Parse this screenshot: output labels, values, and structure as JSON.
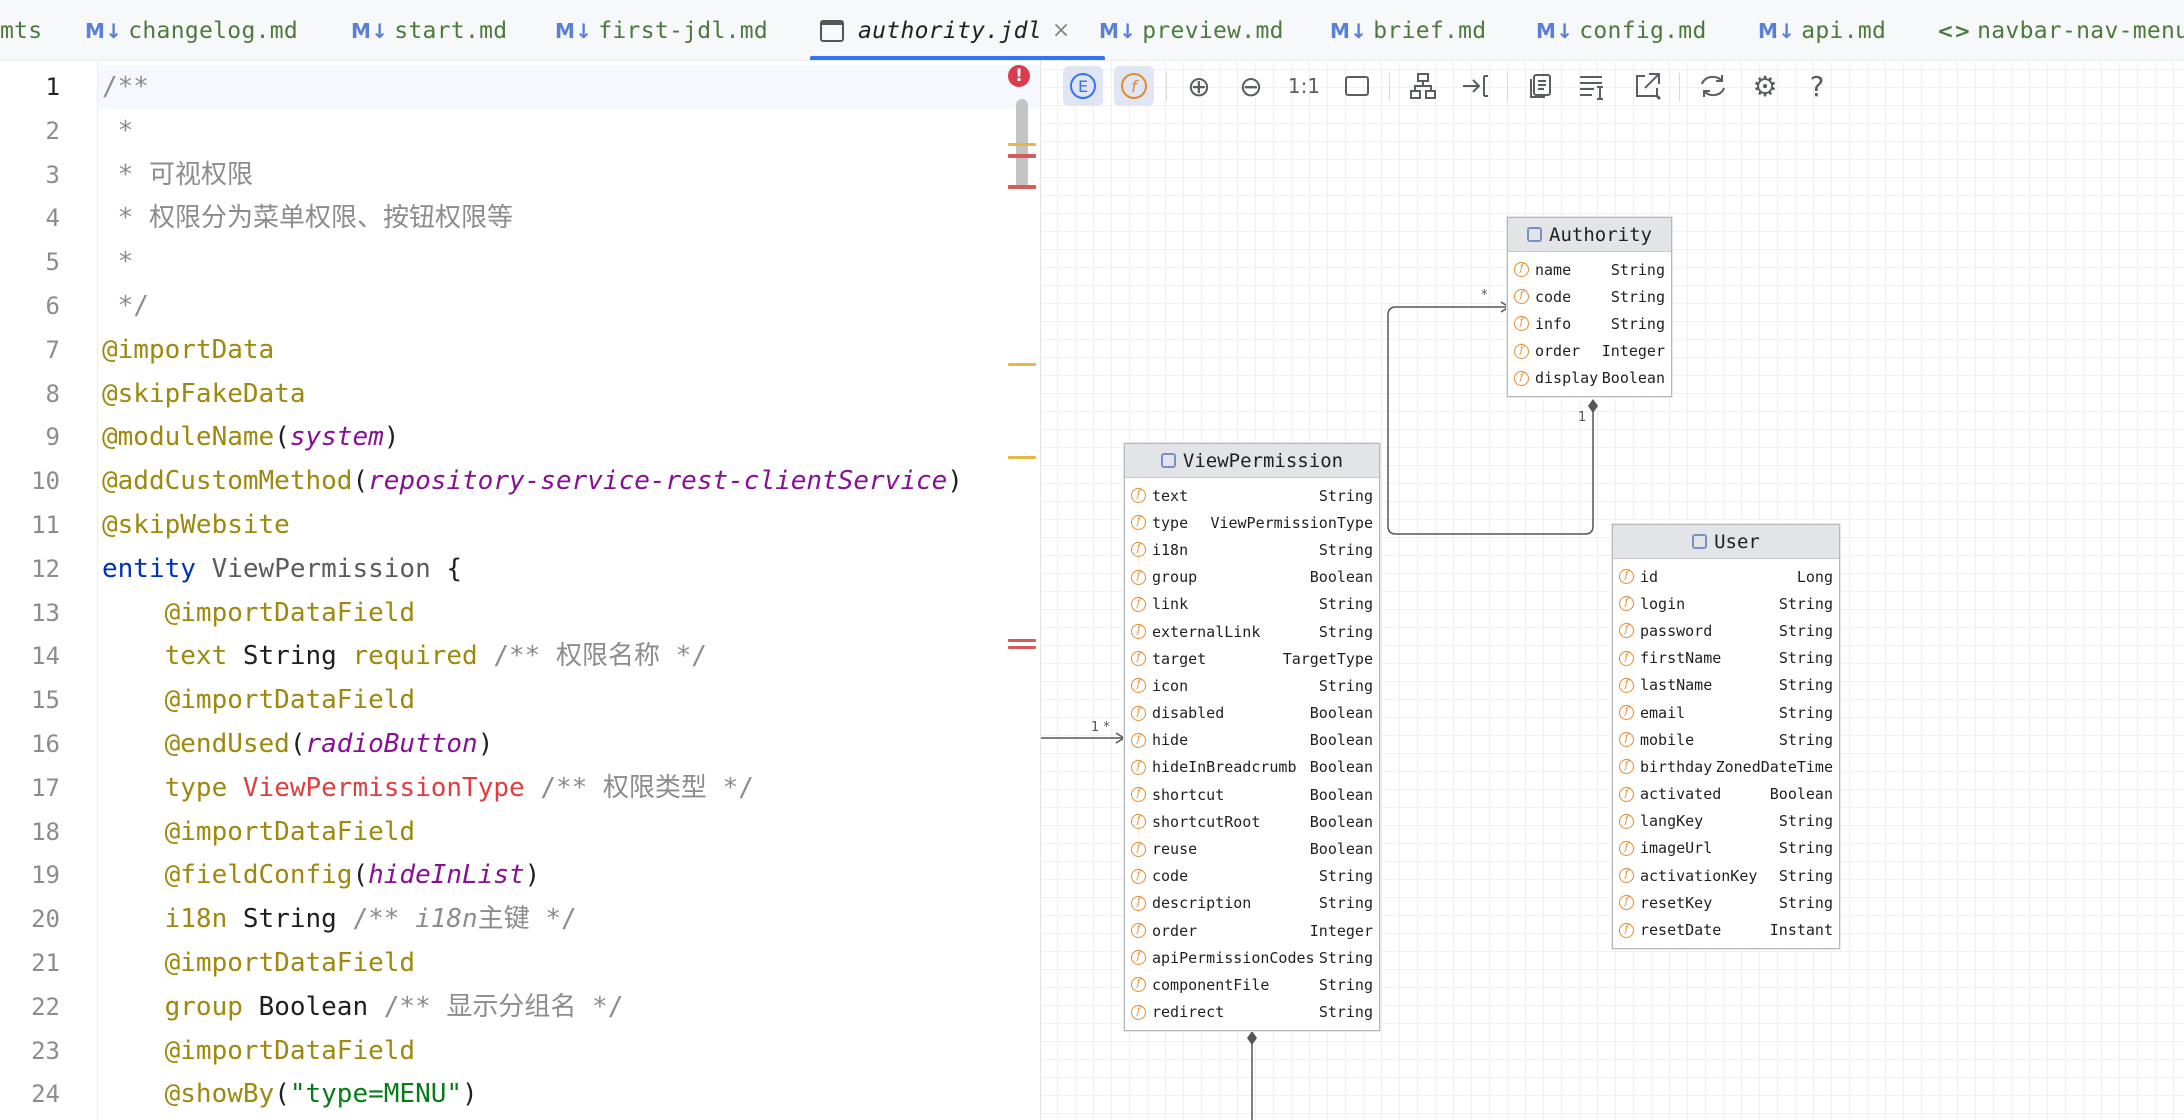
{
  "tabs": [
    {
      "label": "mts",
      "icon": ""
    },
    {
      "label": "changelog.md",
      "icon": "M↓"
    },
    {
      "label": "start.md",
      "icon": "M↓"
    },
    {
      "label": "first-jdl.md",
      "icon": "M↓"
    },
    {
      "label": "authority.jdl",
      "icon": "",
      "active": true
    },
    {
      "label": "preview.md",
      "icon": "M↓"
    },
    {
      "label": "brief.md",
      "icon": "M↓"
    },
    {
      "label": "config.md",
      "icon": "M↓"
    },
    {
      "label": "api.md",
      "icon": "M↓"
    },
    {
      "label": "navbar-nav-menu",
      "icon": "<>"
    }
  ],
  "editor": {
    "current_line": 1,
    "lines": [
      [
        [
          "cm",
          "/**"
        ]
      ],
      [
        [
          "cm",
          " *"
        ]
      ],
      [
        [
          "cm",
          " * 可视权限"
        ]
      ],
      [
        [
          "cm",
          " * 权限分为菜单权限、按钮权限等"
        ]
      ],
      [
        [
          "cm",
          " *"
        ]
      ],
      [
        [
          "cm",
          " */"
        ]
      ],
      [
        [
          "an",
          "@importData"
        ]
      ],
      [
        [
          "an",
          "@skipFakeData"
        ]
      ],
      [
        [
          "an",
          "@moduleName"
        ],
        [
          "",
          "("
        ],
        [
          "it",
          "system"
        ],
        [
          "",
          ")"
        ]
      ],
      [
        [
          "an",
          "@addCustomMethod"
        ],
        [
          "",
          "("
        ],
        [
          "it",
          "repository-service-rest-clientService"
        ],
        [
          "",
          ")"
        ]
      ],
      [
        [
          "an",
          "@skipWebsite"
        ]
      ],
      [
        [
          "kw",
          "entity "
        ],
        [
          "cls",
          "ViewPermission"
        ],
        [
          "",
          " {"
        ]
      ],
      [
        [
          "an",
          "    @importDataField"
        ]
      ],
      [
        [
          "an",
          "    text"
        ],
        [
          "",
          " String "
        ],
        [
          "an",
          "required "
        ],
        [
          "cm",
          "/** 权限名称 */"
        ]
      ],
      [
        [
          "an",
          "    @importDataField"
        ]
      ],
      [
        [
          "an",
          "    @endUsed"
        ],
        [
          "",
          "("
        ],
        [
          "it",
          "radioButton"
        ],
        [
          "",
          ")"
        ]
      ],
      [
        [
          "an",
          "    type "
        ],
        [
          "ty",
          "ViewPermissionType "
        ],
        [
          "cm",
          "/** 权限类型 */"
        ]
      ],
      [
        [
          "an",
          "    @importDataField"
        ]
      ],
      [
        [
          "an",
          "    @fieldConfig"
        ],
        [
          "",
          "("
        ],
        [
          "it",
          "hideInList"
        ],
        [
          "",
          ")"
        ]
      ],
      [
        [
          "an",
          "    i18n"
        ],
        [
          "",
          " String "
        ],
        [
          "cm",
          "/** "
        ],
        [
          "cmi",
          "i18n"
        ],
        [
          "cm",
          "主键 */"
        ]
      ],
      [
        [
          "an",
          "    @importDataField"
        ]
      ],
      [
        [
          "an",
          "    group"
        ],
        [
          "",
          " Boolean "
        ],
        [
          "cm",
          "/** 显示分组名 */"
        ]
      ],
      [
        [
          "an",
          "    @importDataField"
        ]
      ],
      [
        [
          "an",
          "    @showBy"
        ],
        [
          "",
          "("
        ],
        [
          "str",
          "\"type=MENU\""
        ],
        [
          "",
          ")"
        ]
      ]
    ]
  },
  "toolbar": [
    "E",
    "f",
    "⊕",
    "⊖",
    "1:1",
    "fit",
    "layout",
    "export-left",
    "copy",
    "list",
    "open",
    "refresh",
    "gear",
    "?"
  ],
  "entities": {
    "authority": {
      "name": "Authority",
      "fields": [
        [
          "name",
          "String"
        ],
        [
          "code",
          "String"
        ],
        [
          "info",
          "String"
        ],
        [
          "order",
          "Integer"
        ],
        [
          "display",
          "Boolean"
        ]
      ]
    },
    "view_permission": {
      "name": "ViewPermission",
      "fields": [
        [
          "text",
          "String"
        ],
        [
          "type",
          "ViewPermissionType"
        ],
        [
          "i18n",
          "String"
        ],
        [
          "group",
          "Boolean"
        ],
        [
          "link",
          "String"
        ],
        [
          "externalLink",
          "String"
        ],
        [
          "target",
          "TargetType"
        ],
        [
          "icon",
          "String"
        ],
        [
          "disabled",
          "Boolean"
        ],
        [
          "hide",
          "Boolean"
        ],
        [
          "hideInBreadcrumb",
          "Boolean"
        ],
        [
          "shortcut",
          "Boolean"
        ],
        [
          "shortcutRoot",
          "Boolean"
        ],
        [
          "reuse",
          "Boolean"
        ],
        [
          "code",
          "String"
        ],
        [
          "description",
          "String"
        ],
        [
          "order",
          "Integer"
        ],
        [
          "apiPermissionCodes",
          "String"
        ],
        [
          "componentFile",
          "String"
        ],
        [
          "redirect",
          "String"
        ]
      ]
    },
    "user": {
      "name": "User",
      "fields": [
        [
          "id",
          "Long"
        ],
        [
          "login",
          "String"
        ],
        [
          "password",
          "String"
        ],
        [
          "firstName",
          "String"
        ],
        [
          "lastName",
          "String"
        ],
        [
          "email",
          "String"
        ],
        [
          "mobile",
          "String"
        ],
        [
          "birthday",
          "ZonedDateTime"
        ],
        [
          "activated",
          "Boolean"
        ],
        [
          "langKey",
          "String"
        ],
        [
          "imageUrl",
          "String"
        ],
        [
          "activationKey",
          "String"
        ],
        [
          "resetKey",
          "String"
        ],
        [
          "resetDate",
          "Instant"
        ]
      ]
    }
  },
  "relations": {
    "star": "*",
    "one": "1",
    "one_star": "1 *"
  },
  "colors": {
    "accent": "#3574f0",
    "annotation": "#9e880d",
    "keyword": "#0033b3",
    "italic": "#871094",
    "type_red": "#e03e3e",
    "comment": "#8c8c8c",
    "error": "#db3b4b",
    "warning": "#e8b646"
  }
}
